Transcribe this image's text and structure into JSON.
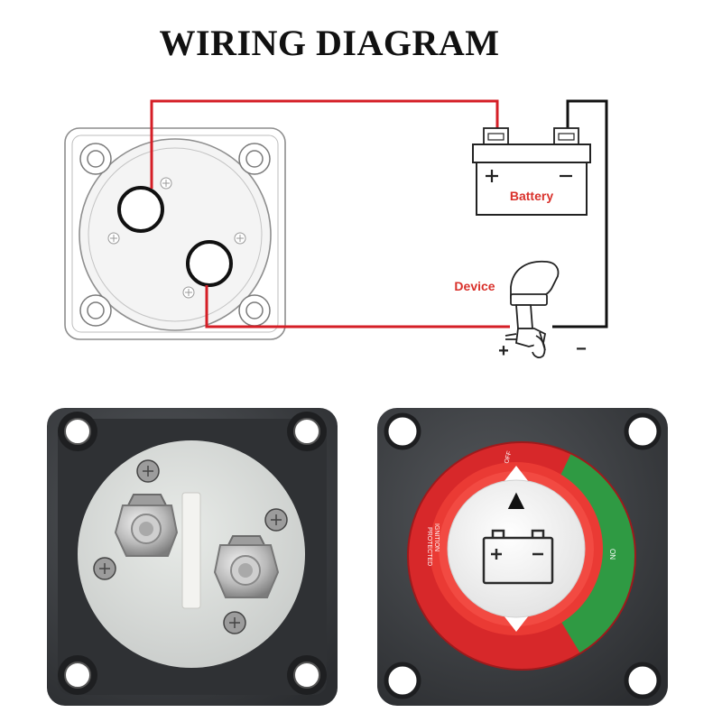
{
  "title": "WIRING DIAGRAM",
  "labels": {
    "battery": "Battery",
    "device": "Device",
    "plus": "+",
    "minus": "−",
    "switch_plus": "+"
  },
  "dial": {
    "off_text": "OFF",
    "on_text": "ON",
    "ignition_text_1": "IGNITION",
    "ignition_text_2": "PROTECTED",
    "arrow": "▲"
  },
  "colors": {
    "wire_positive": "#d51e26",
    "wire_negative": "#111111",
    "label_red": "#d9312b",
    "switch_red": "#d7282a",
    "switch_green": "#2f9a43",
    "housing": "#3b3d40",
    "plate": "#d8dad8"
  }
}
